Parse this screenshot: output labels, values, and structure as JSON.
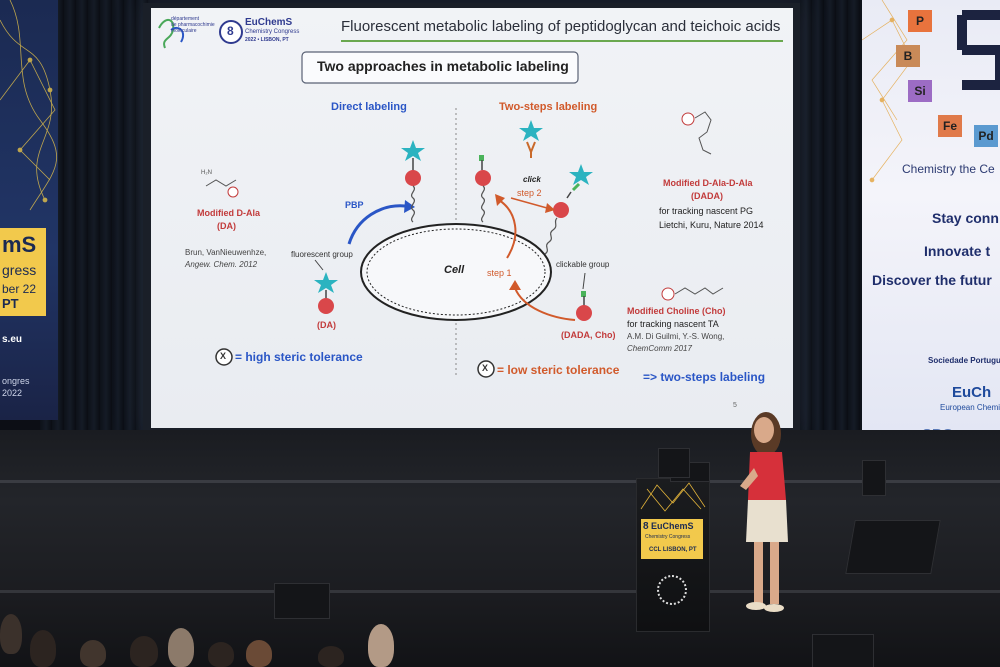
{
  "slide": {
    "title": "Fluorescent metabolic labeling of peptidoglycan and teichoic acids",
    "box_heading": "Two approaches in metabolic labeling",
    "logo_lines": [
      "département",
      "de pharmacochimie",
      "moléculaire"
    ],
    "header_event_line1": "EuChemS",
    "header_event_line2": "Chemistry Congress",
    "header_event_line3": "2022 • LISBON, PT",
    "header_event_number": "8",
    "direct_label": "Direct labeling",
    "twostep_label": "Two-steps labeling",
    "left_mod_label": "Modified D-Ala",
    "left_mod_abbr": "(DA)",
    "left_ref_line1": "Brun, VanNieuwenhze,",
    "left_ref_line2": "Angew. Chem. 2012",
    "left_mol": "H₂N",
    "pbp": "PBP",
    "fluorescent_group": "fluorescent group",
    "da_bottom": "(DA)",
    "cell": "Cell",
    "click": "click",
    "step2": "step 2",
    "step1": "step 1",
    "clickable_group": "clickable group",
    "dada_cho": "(DADA, Cho)",
    "x_high": "= high steric tolerance",
    "x_low": "= low steric tolerance",
    "x_symbol": "X",
    "dada_label": "Modified D-Ala-D-Ala",
    "dada_abbr": "(DADA)",
    "dada_track": "for tracking nascent PG",
    "dada_ref": "Lietchi, Kuru, Nature 2014",
    "cho_label": "Modified Choline (Cho)",
    "cho_track": "for tracking nascent TA",
    "cho_ref1": "A.M. Di Guilmi, Y.-S. Wong,",
    "cho_ref2": "ChemComm 2017",
    "conclusion": "=> two-steps labeling",
    "page_number": "5"
  },
  "banner_left": {
    "text_main": "mS",
    "text_sub": "gress",
    "text_date": "ber 22",
    "text_pt": "PT",
    "text_eu": "s.eu",
    "text_congress": "ongres",
    "text_year": "2022"
  },
  "banner_right": {
    "elements": [
      "P",
      "B",
      "Si",
      "Fe",
      "Pd"
    ],
    "tagline": "Chemistry the Ce",
    "line1": "Stay conn",
    "line2": "Innovate t",
    "line3": "Discover the futur",
    "sponsor1": "Sociedade Portugues",
    "sponsor2": "EuCh",
    "sponsor2_sub": "European Chemic",
    "sponsor3": "SPQ"
  },
  "podium": {
    "number": "8",
    "title": "EuChemS",
    "sub": "Chemistry Congress",
    "place": "CCL LISBON, PT"
  },
  "colors": {
    "title_blue": "#2f3a8f",
    "red_label": "#c23b3b",
    "blue_label": "#2a56c6",
    "orange_label": "#d15a2b",
    "star_teal": "#2bb3c0"
  }
}
